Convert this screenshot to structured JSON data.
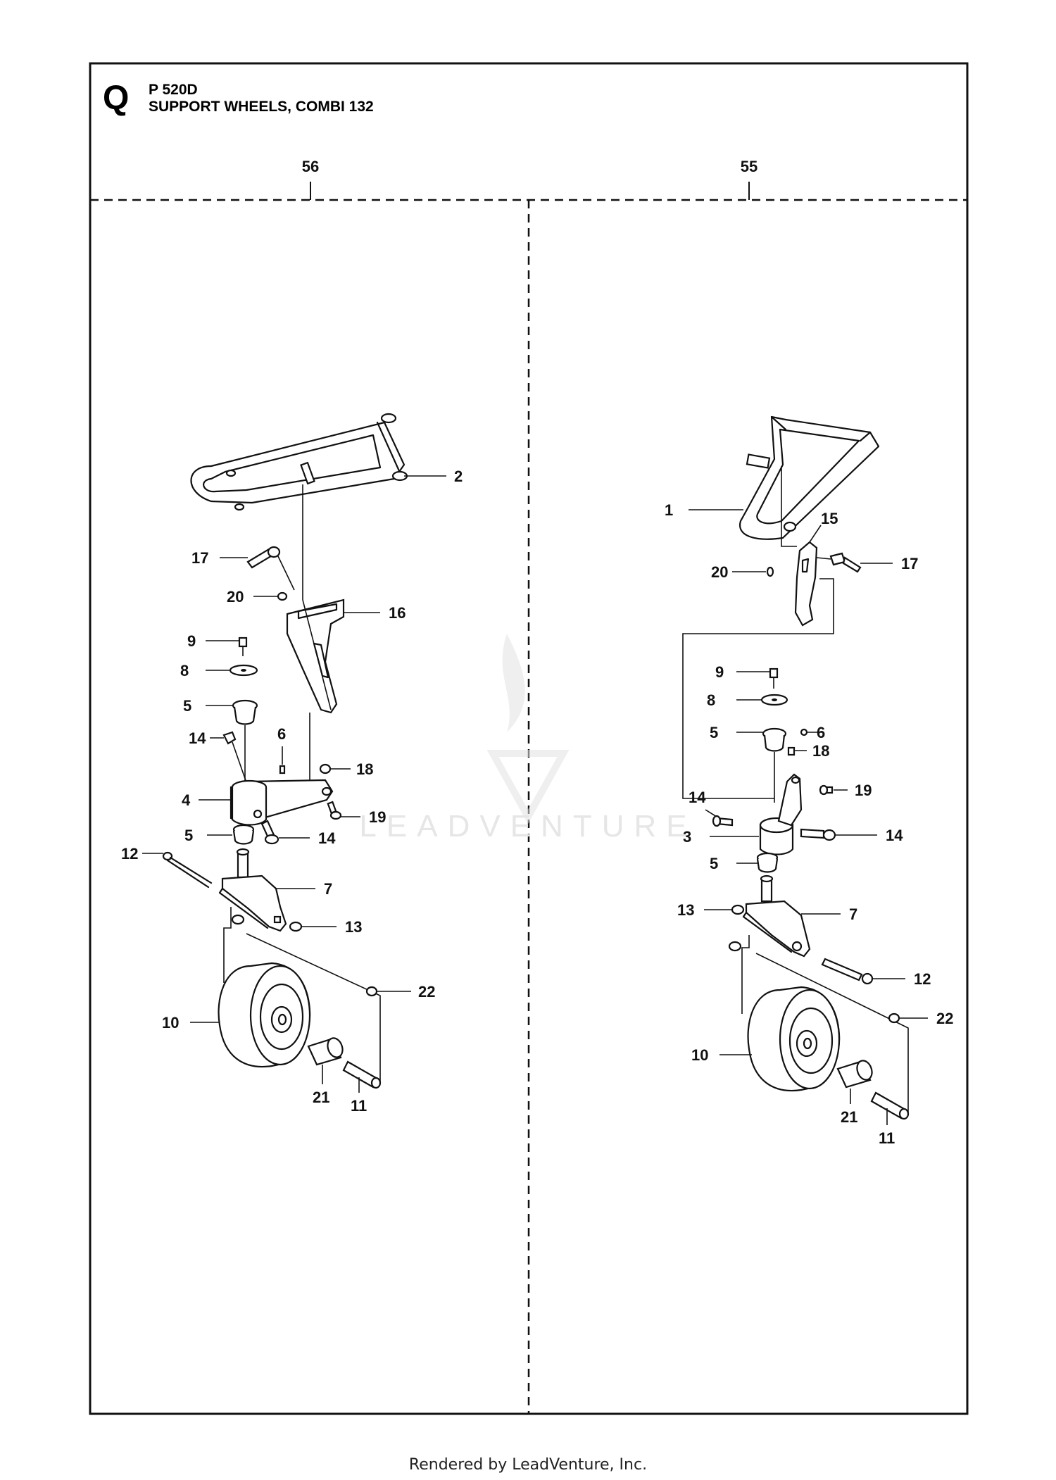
{
  "header": {
    "section_letter": "Q",
    "model": "P 520D",
    "title": "SUPPORT WHEELS, COMBI 132"
  },
  "groups": [
    {
      "ref": "56"
    },
    {
      "ref": "55"
    }
  ],
  "callouts_left": [
    "2",
    "17",
    "20",
    "16",
    "9",
    "8",
    "5",
    "14",
    "6",
    "18",
    "4",
    "19",
    "5",
    "14",
    "12",
    "7",
    "13",
    "22",
    "10",
    "21",
    "11"
  ],
  "callouts_right": [
    "1",
    "15",
    "17",
    "20",
    "9",
    "8",
    "5",
    "6",
    "18",
    "19",
    "14",
    "3",
    "14",
    "5",
    "13",
    "7",
    "12",
    "22",
    "10",
    "21",
    "11"
  ],
  "watermark": "LEADVENTURE",
  "footer": "Rendered by LeadVenture, Inc."
}
